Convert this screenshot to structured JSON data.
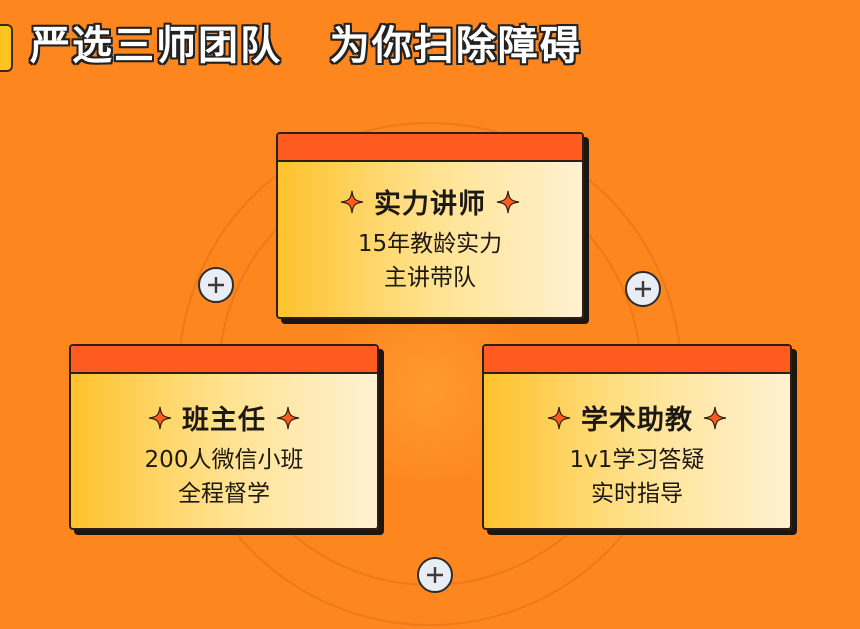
{
  "header": {
    "title": "严选三师团队   为你扫除障碍"
  },
  "cards": [
    {
      "id": "lecturer",
      "title": "实力讲师",
      "lines": [
        "15年教龄实力",
        "主讲带队"
      ],
      "icon": "sparkle-icon"
    },
    {
      "id": "class-teacher",
      "title": "班主任",
      "lines": [
        "200人微信小班",
        "全程督学"
      ],
      "icon": "sparkle-icon"
    },
    {
      "id": "teaching-assistant",
      "title": "学术助教",
      "lines": [
        "1v1学习答疑",
        "实时指导"
      ],
      "icon": "sparkle-icon"
    }
  ],
  "connectors": [
    {
      "icon": "plus-icon",
      "position": "left"
    },
    {
      "icon": "plus-icon",
      "position": "right"
    },
    {
      "icon": "plus-icon",
      "position": "bottom"
    }
  ],
  "colors": {
    "background": "#fd861e",
    "card_header": "#ff5a1f",
    "card_gradient_start": "#fec22c",
    "card_gradient_end": "#fff1d2",
    "title_text": "#ffffff",
    "accent_sparkle": "#ff5a1f"
  }
}
